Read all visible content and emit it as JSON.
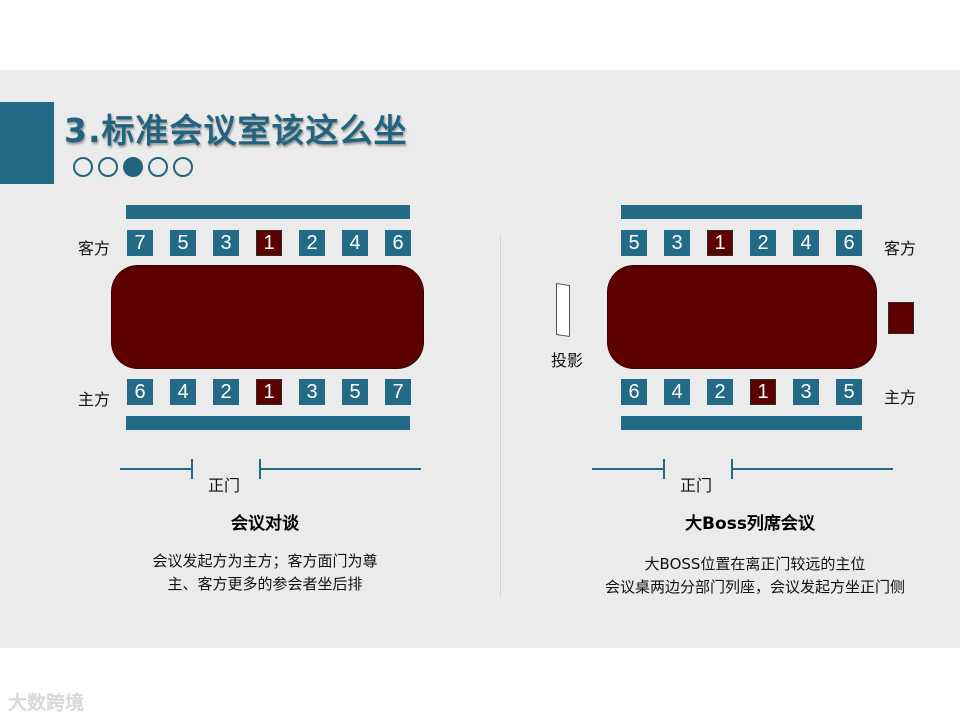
{
  "title": "3.标准会议室该这么坐",
  "progress_dots": {
    "total": 5,
    "active": 3
  },
  "left": {
    "guest_label": "客方",
    "host_label": "主方",
    "top_seats": [
      "7",
      "5",
      "3",
      "1",
      "2",
      "4",
      "6"
    ],
    "bottom_seats": [
      "6",
      "4",
      "2",
      "1",
      "3",
      "5",
      "7"
    ],
    "door_label": "正门",
    "subtitle": "会议对谈",
    "desc_line1": "会议发起方为主方；客方面门为尊",
    "desc_line2": "主、客方更多的参会者坐后排"
  },
  "right": {
    "guest_label": "客方",
    "host_label": "主方",
    "projector_label": "投影",
    "top_seats": [
      "5",
      "3",
      "1",
      "2",
      "4",
      "6"
    ],
    "bottom_seats": [
      "6",
      "4",
      "2",
      "1",
      "3",
      "5"
    ],
    "door_label": "正门",
    "subtitle": "大Boss列席会议",
    "desc_line1": "大BOSS位置在离正门较远的主位",
    "desc_line2": "会议桌两边分部门列座，会议发起方坐正门侧"
  },
  "watermark": "大数跨境",
  "colors": {
    "teal": "#236a87",
    "maroon": "#5c0000",
    "background": "#ebebeb"
  }
}
